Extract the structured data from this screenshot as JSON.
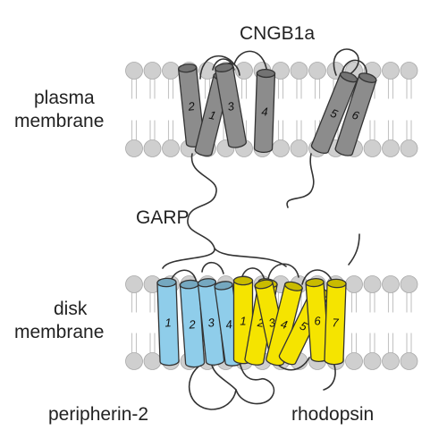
{
  "labels": {
    "cngb1a": "CNGB1a",
    "plasma_membrane_line1": "plasma",
    "plasma_membrane_line2": "membrane",
    "garp": "GARP",
    "disk_membrane_line1": "disk",
    "disk_membrane_line2": "membrane",
    "peripherin": "peripherin-2",
    "rhodopsin": "rhodopsin"
  },
  "helices": {
    "cngb1a": [
      "2",
      "1",
      "3",
      "4",
      "5",
      "6"
    ],
    "peripherin": [
      "1",
      "2",
      "3",
      "4"
    ],
    "rhodopsin": [
      "1",
      "2",
      "3",
      "4",
      "5",
      "6",
      "7"
    ]
  },
  "colors": {
    "cngb1a_helix": "#8c8c8c",
    "peripherin_helix": "#8fcdea",
    "rhodopsin_helix": "#f5e400",
    "lipid_head": "#cfcfcf",
    "outline": "#333333"
  }
}
